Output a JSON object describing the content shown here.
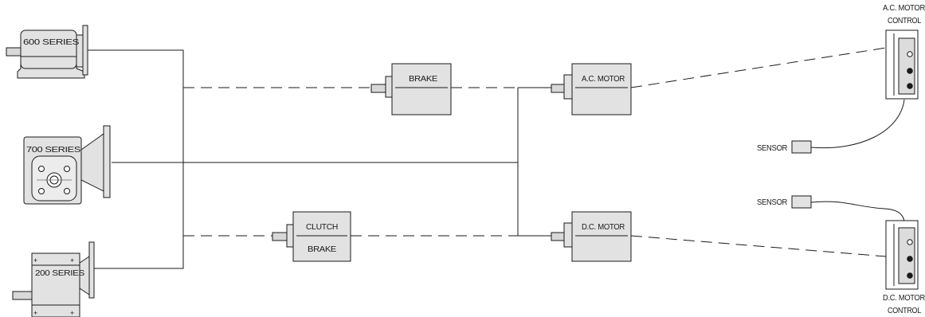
{
  "gearboxes": {
    "g600": {
      "label": "600 SERIES"
    },
    "g700": {
      "label": "700 SERIES"
    },
    "g200": {
      "label": "200 SERIES"
    }
  },
  "brake": {
    "label": "BRAKE"
  },
  "clutch_brake": {
    "label_top": "CLUTCH",
    "label_bottom": "BRAKE"
  },
  "ac_motor": {
    "label": "A.C. MOTOR"
  },
  "dc_motor": {
    "label": "D.C. MOTOR"
  },
  "ac_control": {
    "line1": "A.C. MOTOR",
    "line2": "CONTROL"
  },
  "dc_control": {
    "line1": "D.C. MOTOR",
    "line2": "CONTROL"
  },
  "sensor_top": {
    "label": "SENSOR"
  },
  "sensor_bottom": {
    "label": "SENSOR"
  }
}
